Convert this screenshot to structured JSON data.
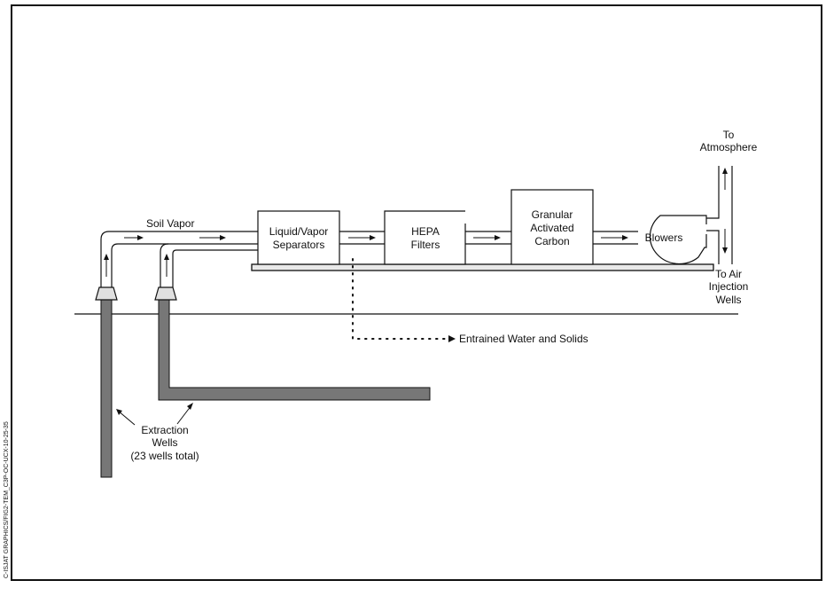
{
  "diagram": {
    "labels": {
      "soil_vapor": "Soil Vapor",
      "separators_line1": "Liquid/Vapor",
      "separators_line2": "Separators",
      "hepa_line1": "HEPA",
      "hepa_line2": "Filters",
      "carbon_line1": "Granular",
      "carbon_line2": "Activated",
      "carbon_line3": "Carbon",
      "blowers": "Blowers",
      "atmosphere_line1": "To",
      "atmosphere_line2": "Atmosphere",
      "injection_line1": "To Air",
      "injection_line2": "Injection",
      "injection_line3": "Wells",
      "entrained": "Entrained Water and Solids",
      "wells_line1": "Extraction",
      "wells_line2": "Wells",
      "wells_line3": "(23 wells total)",
      "side_code": "C-ISJAT GRAPHICS/FIG2-TEM_C3P-OC-UCX-10-25-35"
    }
  }
}
